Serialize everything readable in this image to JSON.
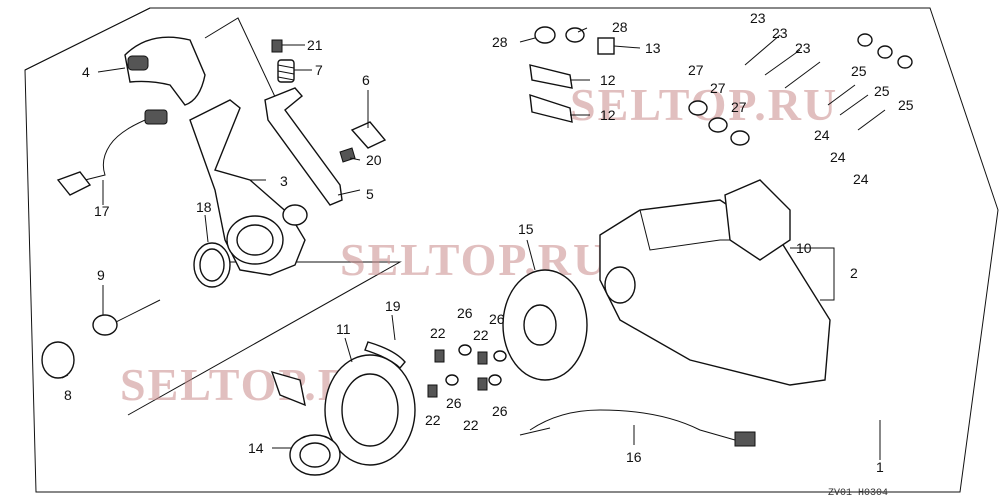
{
  "watermark": "SELTOP.RU",
  "code": "ZV01 H0304",
  "labels": {
    "p1": "1",
    "p2": "2",
    "p3": "3",
    "p4": "4",
    "p5": "5",
    "p6": "6",
    "p7": "7",
    "p8": "8",
    "p9": "9",
    "p10": "10",
    "p11": "11",
    "p12a": "12",
    "p12b": "12",
    "p13": "13",
    "p14": "14",
    "p15": "15",
    "p16": "16",
    "p17": "17",
    "p18": "18",
    "p19": "19",
    "p20": "20",
    "p21": "21",
    "p22a": "22",
    "p22b": "22",
    "p22c": "22",
    "p22d": "22",
    "p23a": "23",
    "p23b": "23",
    "p23c": "23",
    "p24a": "24",
    "p24b": "24",
    "p24c": "24",
    "p25a": "25",
    "p25b": "25",
    "p25c": "25",
    "p26a": "26",
    "p26b": "26",
    "p26c": "26",
    "p26d": "26",
    "p27a": "27",
    "p27b": "27",
    "p27c": "27",
    "p28a": "28",
    "p28b": "28"
  }
}
